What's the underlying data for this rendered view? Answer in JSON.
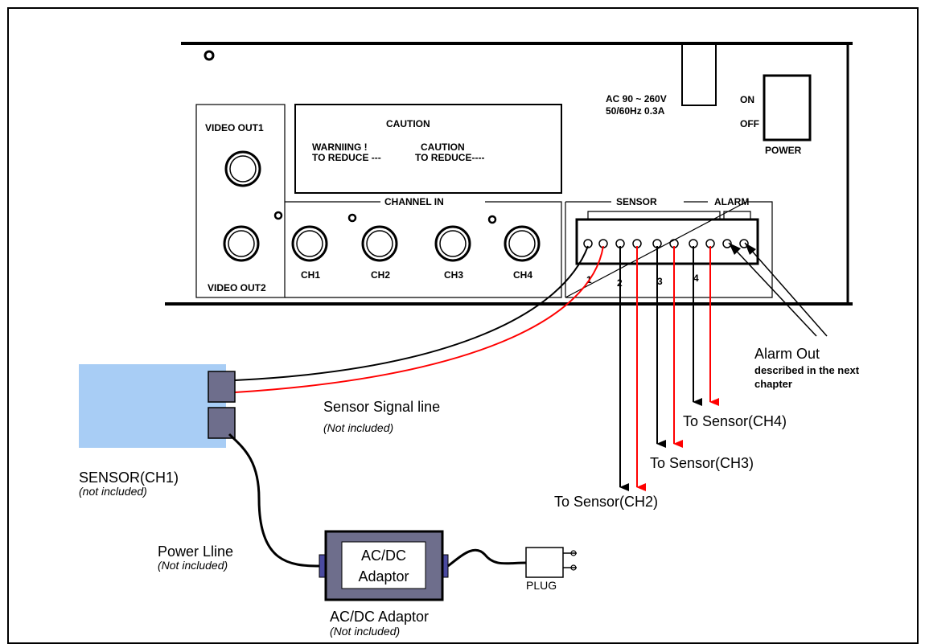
{
  "panel": {
    "video_out1": "VIDEO OUT1",
    "video_out2": "VIDEO OUT2",
    "caution_title": "CAUTION",
    "caution_line1a": "WARNIING !",
    "caution_line2a": "TO REDUCE ---",
    "caution_line1b": "CAUTION",
    "caution_line2b": "TO REDUCE----",
    "ac_line1": "AC 90 ~ 260V",
    "ac_line2": "50/60Hz 0.3A",
    "on": "ON",
    "off": "OFF",
    "power": "POWER",
    "channel_in": "CHANNEL IN",
    "ch1": "CH1",
    "ch2": "CH2",
    "ch3": "CH3",
    "ch4": "CH4",
    "sensor_group": "SENSOR",
    "alarm_group": "ALARM",
    "term1": "1",
    "term2": "2",
    "term3": "3",
    "term4": "4"
  },
  "labels": {
    "alarm_out": "Alarm Out",
    "alarm_desc1": "described in the next",
    "alarm_desc2": "chapter",
    "to_ch4": "To Sensor(CH4)",
    "to_ch3": "To Sensor(CH3)",
    "to_ch2": "To Sensor(CH2)",
    "signal_line": "Sensor Signal line",
    "signal_note": "(Not included)",
    "sensor_ch1": "SENSOR(CH1)",
    "sensor_note": "(not included)",
    "power_line": "Power Lline",
    "power_note": "(Not included)",
    "adaptor_box1": "AC/DC",
    "adaptor_box2": "Adaptor",
    "adaptor_caption": "AC/DC Adaptor",
    "adaptor_note": "(Not included)",
    "plug": "PLUG"
  },
  "colors": {
    "wire_red": "#ff0000",
    "wire_black": "#000000",
    "sensor_fill": "#a8cdf5",
    "connector_fill": "#6e6e8c",
    "adaptor_fill": "#6e6e8c"
  }
}
